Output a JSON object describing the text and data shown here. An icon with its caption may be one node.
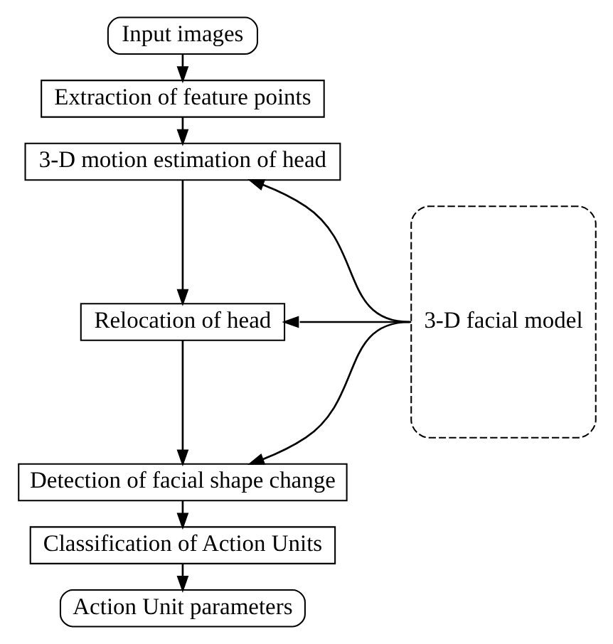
{
  "diagram": {
    "nodes": [
      {
        "text": [
          "Input images"
        ]
      },
      {
        "text": [
          "Extraction of feature points"
        ]
      },
      {
        "text": [
          "3-D motion estimation of head"
        ]
      },
      {
        "text": [
          "Relocation of head"
        ]
      },
      {
        "text": [
          "Detection of facial shape change"
        ]
      },
      {
        "text": [
          "Classification of Action Units"
        ]
      },
      {
        "text": [
          "Action Unit parameters"
        ]
      },
      {
        "text": [
          "3-D facial model"
        ]
      }
    ],
    "edges": [
      {
        "from": 0,
        "to": 1,
        "arrow": "to"
      },
      {
        "from": 1,
        "to": 2,
        "arrow": "to"
      },
      {
        "from": 2,
        "to": 3,
        "arrow": "to"
      },
      {
        "from": 3,
        "to": 4,
        "arrow": "to"
      },
      {
        "from": 4,
        "to": 5,
        "arrow": "to"
      },
      {
        "from": 5,
        "to": 6,
        "arrow": "to"
      },
      {
        "from": 7,
        "to": 2,
        "arrow": "to"
      },
      {
        "from": 7,
        "to": 3,
        "arrow": "to"
      },
      {
        "from": 7,
        "to": 4,
        "arrow": "to"
      }
    ]
  }
}
